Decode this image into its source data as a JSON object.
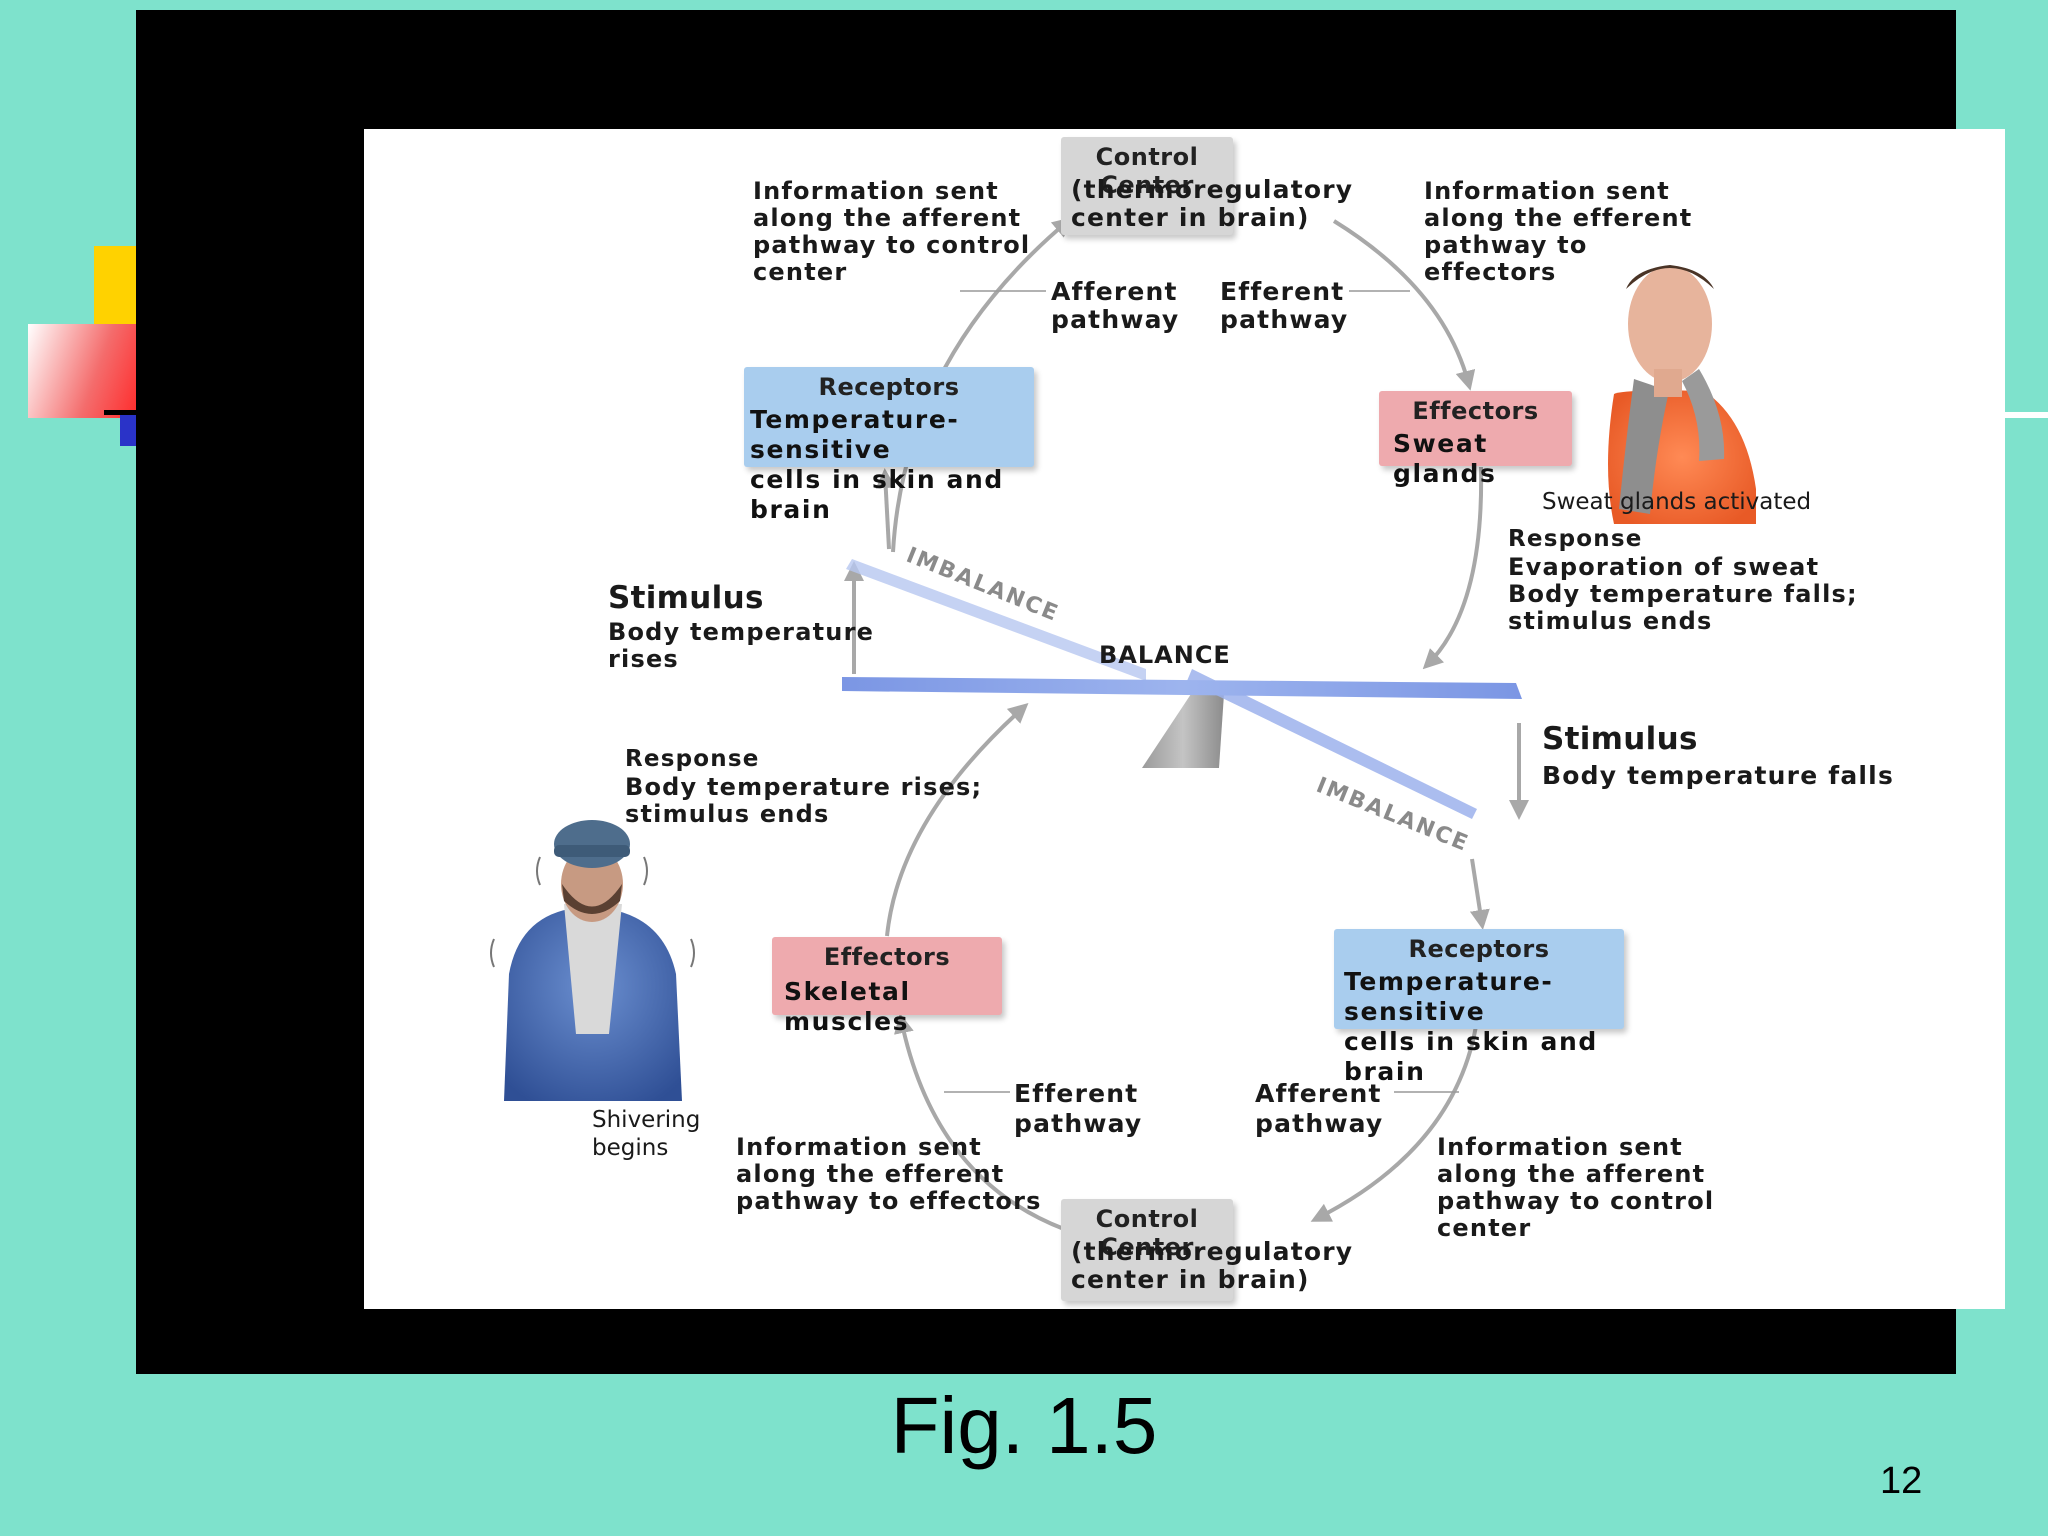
{
  "slide": {
    "caption": "Fig. 1.5",
    "page_number": "12"
  },
  "diagram": {
    "center": {
      "label": "BALANCE"
    },
    "imbalance_top": "IMBALANCE",
    "imbalance_bottom": "IMBALANCE",
    "top_loop": {
      "stimulus_title": "Stimulus",
      "stimulus_text": "Body temperature\nrises",
      "receptors_title": "Receptors",
      "receptors_text": "Temperature-sensitive\ncells in skin and brain",
      "afferent_info": "Information sent\nalong the afferent\npathway to control\ncenter",
      "afferent_label": "Afferent\npathway",
      "control_title": "Control Center",
      "control_text": "(thermoregulatory\ncenter in brain)",
      "efferent_label": "Efferent\npathway",
      "efferent_info": "Information sent\nalong the efferent\npathway to\neffectors",
      "effectors_title": "Effectors",
      "effectors_text": "Sweat glands",
      "activation_caption": "Sweat glands activated",
      "response_title": "Response",
      "response_text": "Evaporation of sweat\nBody temperature falls;\nstimulus ends"
    },
    "bottom_loop": {
      "stimulus_title": "Stimulus",
      "stimulus_text": "Body temperature falls",
      "receptors_title": "Receptors",
      "receptors_text": "Temperature-sensitive\ncells in skin and brain",
      "afferent_label": "Afferent\npathway",
      "afferent_info": "Information sent\nalong the afferent\npathway to control\ncenter",
      "control_title": "Control Center",
      "control_text": "(thermoregulatory\ncenter in brain)",
      "efferent_label": "Efferent\npathway",
      "efferent_info": "Information sent\nalong the efferent\npathway to effectors",
      "effectors_title": "Effectors",
      "effectors_text": "Skeletal muscles",
      "activation_caption": "Shivering\nbegins",
      "response_title": "Response",
      "response_text": "Body temperature rises;\nstimulus ends"
    }
  },
  "colors": {
    "background": "#7ee2cc",
    "frame": "#000000",
    "box_control": "#d6d6d6",
    "box_receptors": "#a9cdee",
    "box_effectors": "#eeaaae",
    "seesaw": "#8da8e8",
    "arrow": "#a8a8a8"
  }
}
